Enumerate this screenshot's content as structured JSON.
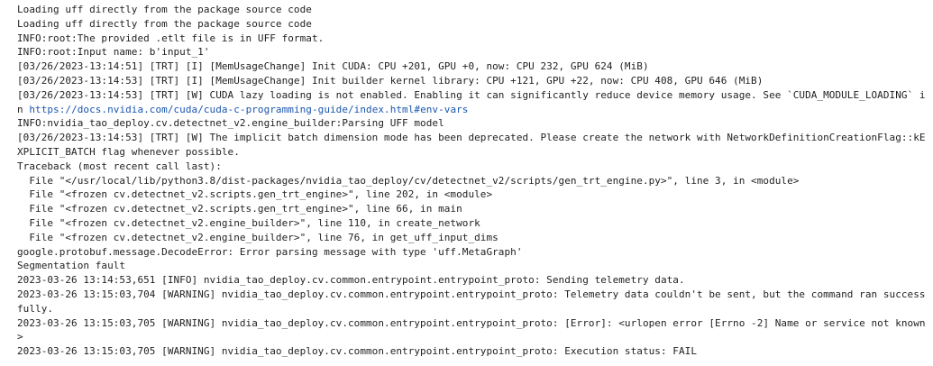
{
  "log": {
    "lines": [
      "Loading uff directly from the package source code",
      "Loading uff directly from the package source code",
      "INFO:root:The provided .etlt file is in UFF format.",
      "INFO:root:Input name: b'input_1'",
      "[03/26/2023-13:14:51] [TRT] [I] [MemUsageChange] Init CUDA: CPU +201, GPU +0, now: CPU 232, GPU 624 (MiB)",
      "[03/26/2023-13:14:53] [TRT] [I] [MemUsageChange] Init builder kernel library: CPU +121, GPU +22, now: CPU 408, GPU 646 (MiB)",
      "[03/26/2023-13:14:53] [TRT] [W] CUDA lazy loading is not enabled. Enabling it can significantly reduce device memory usage. See `CUDA_MODULE_LOADING` i",
      "INFO:nvidia_tao_deploy.cv.detectnet_v2.engine_builder:Parsing UFF model",
      "[03/26/2023-13:14:53] [TRT] [W] The implicit batch dimension mode has been deprecated. Please create the network with NetworkDefinitionCreationFlag::kE",
      "XPLICIT_BATCH flag whenever possible.",
      "Traceback (most recent call last):",
      "  File \"</usr/local/lib/python3.8/dist-packages/nvidia_tao_deploy/cv/detectnet_v2/scripts/gen_trt_engine.py>\", line 3, in <module>",
      "  File \"<frozen cv.detectnet_v2.scripts.gen_trt_engine>\", line 202, in <module>",
      "  File \"<frozen cv.detectnet_v2.scripts.gen_trt_engine>\", line 66, in main",
      "  File \"<frozen cv.detectnet_v2.engine_builder>\", line 110, in create_network",
      "  File \"<frozen cv.detectnet_v2.engine_builder>\", line 76, in get_uff_input_dims",
      "google.protobuf.message.DecodeError: Error parsing message with type 'uff.MetaGraph'",
      "Segmentation fault",
      "2023-03-26 13:14:53,651 [INFO] nvidia_tao_deploy.cv.common.entrypoint.entrypoint_proto: Sending telemetry data.",
      "2023-03-26 13:15:03,704 [WARNING] nvidia_tao_deploy.cv.common.entrypoint.entrypoint_proto: Telemetry data couldn't be sent, but the command ran success",
      "fully.",
      "2023-03-26 13:15:03,705 [WARNING] nvidia_tao_deploy.cv.common.entrypoint.entrypoint_proto: [Error]: <urlopen error [Errno -2] Name or service not known",
      ">",
      "2023-03-26 13:15:03,705 [WARNING] nvidia_tao_deploy.cv.common.entrypoint.entrypoint_proto: Execution status: FAIL"
    ],
    "link_prefix": "n ",
    "link_text": "https://docs.nvidia.com/cuda/cuda-c-programming-guide/index.html#env-vars",
    "link_color": "#1a56b0"
  }
}
